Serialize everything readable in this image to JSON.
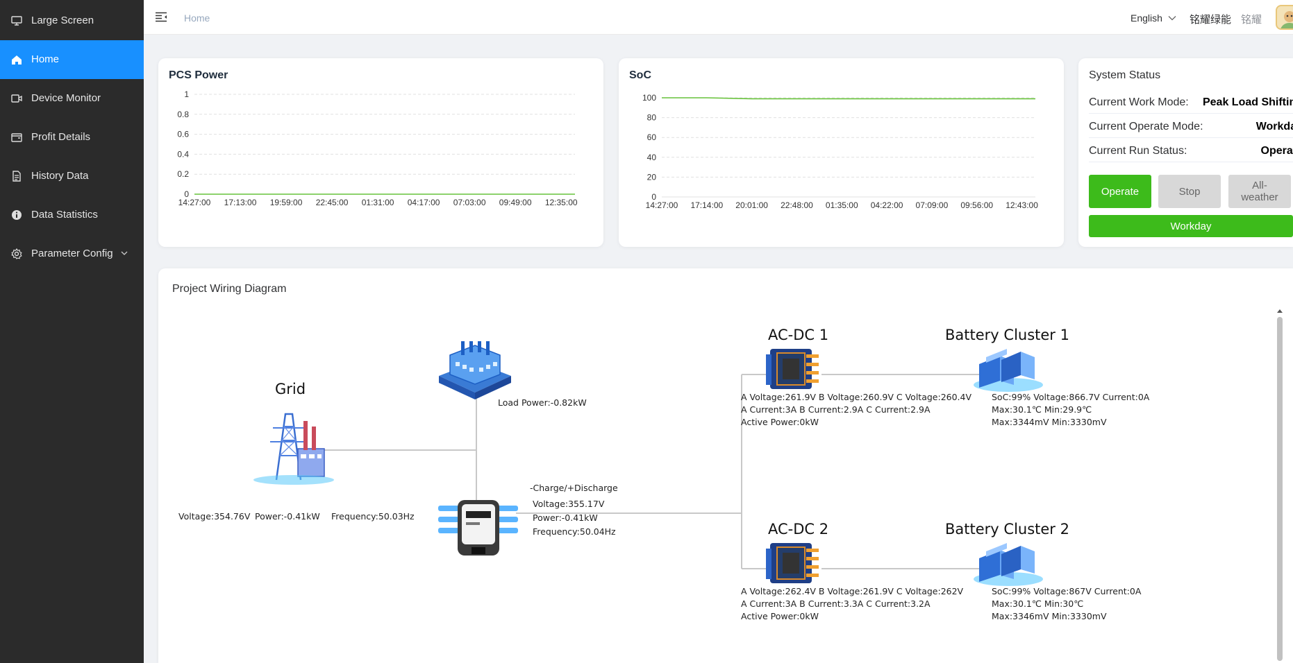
{
  "sidebar": {
    "items": [
      {
        "label": "Large Screen",
        "icon": "monitor-icon"
      },
      {
        "label": "Home",
        "icon": "home-icon",
        "active": true
      },
      {
        "label": "Device Monitor",
        "icon": "camera-icon"
      },
      {
        "label": "Profit Details",
        "icon": "wallet-icon"
      },
      {
        "label": "History Data",
        "icon": "document-icon"
      },
      {
        "label": "Data Statistics",
        "icon": "info-icon"
      },
      {
        "label": "Parameter Config",
        "icon": "gear-icon",
        "expandable": true
      }
    ]
  },
  "header": {
    "breadcrumb": "Home",
    "language": "English",
    "company": "铭耀绿能",
    "user": "铭耀"
  },
  "pcs_power": {
    "title": "PCS Power",
    "chart_data": {
      "type": "line",
      "title": "PCS Power",
      "x": [
        "14:27:00",
        "17:13:00",
        "19:59:00",
        "22:45:00",
        "01:31:00",
        "04:17:00",
        "07:03:00",
        "09:49:00",
        "12:35:00"
      ],
      "yticks": [
        "0",
        "0.2",
        "0.4",
        "0.6",
        "0.8",
        "1"
      ],
      "ylim": [
        0,
        1
      ],
      "series": [
        {
          "values": [
            0,
            0,
            0,
            0,
            0,
            0,
            0,
            0,
            0
          ],
          "color": "#67c23a"
        }
      ],
      "grid": true
    }
  },
  "soc": {
    "title": "SoC",
    "chart_data": {
      "type": "line",
      "title": "SoC",
      "x": [
        "14:27:00",
        "17:14:00",
        "20:01:00",
        "22:48:00",
        "01:35:00",
        "04:22:00",
        "07:09:00",
        "09:56:00",
        "12:43:00"
      ],
      "yticks": [
        "0",
        "20",
        "40",
        "60",
        "80",
        "100"
      ],
      "ylim": [
        0,
        100
      ],
      "series": [
        {
          "values": [
            100,
            100,
            99,
            99,
            99,
            99,
            99,
            99,
            99
          ],
          "color": "#67c23a"
        }
      ],
      "grid": true
    }
  },
  "system_status": {
    "title": "System Status",
    "rows": [
      {
        "key": "Current Work Mode:",
        "value": "Peak Load Shifting"
      },
      {
        "key": "Current Operate Mode:",
        "value": "Workday"
      },
      {
        "key": "Current Run Status:",
        "value": "Operate"
      }
    ],
    "buttons": {
      "operate": "Operate",
      "stop": "Stop",
      "all_weather": "All-weather",
      "workday": "Workday"
    }
  },
  "diagram": {
    "title": "Project Wiring Diagram",
    "grid": {
      "label": "Grid",
      "voltage": "Voltage:354.76V",
      "power": "Power:-0.41kW",
      "frequency": "Frequency:50.03Hz"
    },
    "load": {
      "power": "Load Power:-0.82kW"
    },
    "meter": {
      "note": "-Charge/+Discharge",
      "voltage": "Voltage:355.17V",
      "power": "Power:-0.41kW",
      "frequency": "Frequency:50.04Hz"
    },
    "acdc1": {
      "label": "AC-DC 1",
      "line1": "A Voltage:261.9V B Voltage:260.9V C Voltage:260.4V",
      "line2": "A Current:3A B Current:2.9A C Current:2.9A",
      "line3": "Active Power:0kW"
    },
    "acdc2": {
      "label": "AC-DC 2",
      "line1": "A Voltage:262.4V B Voltage:261.9V C Voltage:262V",
      "line2": "A Current:3A B Current:3.3A C Current:3.2A",
      "line3": "Active Power:0kW"
    },
    "battery1": {
      "label": "Battery Cluster 1",
      "line1": "SoC:99% Voltage:866.7V Current:0A",
      "line2": "Max:30.1℃ Min:29.9℃",
      "line3": "Max:3344mV Min:3330mV"
    },
    "battery2": {
      "label": "Battery Cluster 2",
      "line1": "SoC:99% Voltage:867V Current:0A",
      "line2": "Max:30.1℃ Min:30℃",
      "line3": "Max:3346mV Min:3330mV"
    }
  },
  "colors": {
    "accent": "#1890ff",
    "sidebar": "#2b2b2b",
    "green": "#3dbb1b",
    "line": "#67c23a"
  }
}
